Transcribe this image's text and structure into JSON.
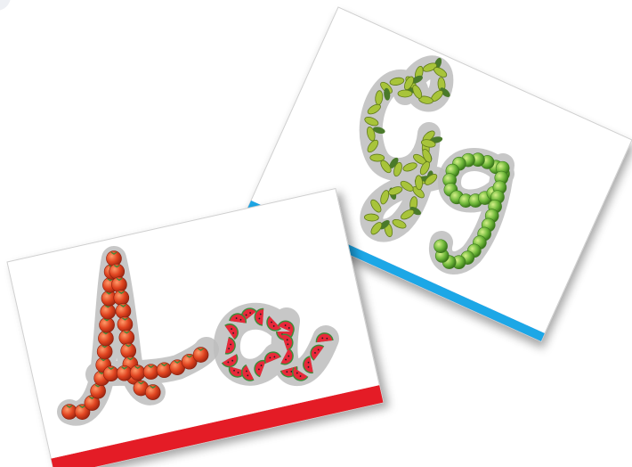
{
  "scene": {
    "description_free": true
  },
  "cards": [
    {
      "id": "card-g",
      "letters": "Gg",
      "stripe_color": "#1aa7e6",
      "uppercase_theme": "caterpillars-on-leaves",
      "lowercase_theme": "green-grapes"
    },
    {
      "id": "card-a",
      "letters": "Aa",
      "stripe_color": "#e41d25",
      "uppercase_theme": "tomatoes",
      "lowercase_theme": "watermelon-slices"
    }
  ],
  "colors": {
    "card_bg": "#ffffff",
    "card_border": "#c8c8c8",
    "halo": "#bdbdbd",
    "caterpillar": "#a8c43a",
    "leaf": "#4a7a2a",
    "grape": "#6fb83a",
    "tomato": "#e04420",
    "melon_rind": "#3f8a3a",
    "melon_flesh": "#e8283a"
  },
  "icons": [
    "letter-g-caterpillar-icon",
    "letter-g-grape-icon",
    "letter-a-tomato-icon",
    "letter-a-watermelon-icon"
  ]
}
